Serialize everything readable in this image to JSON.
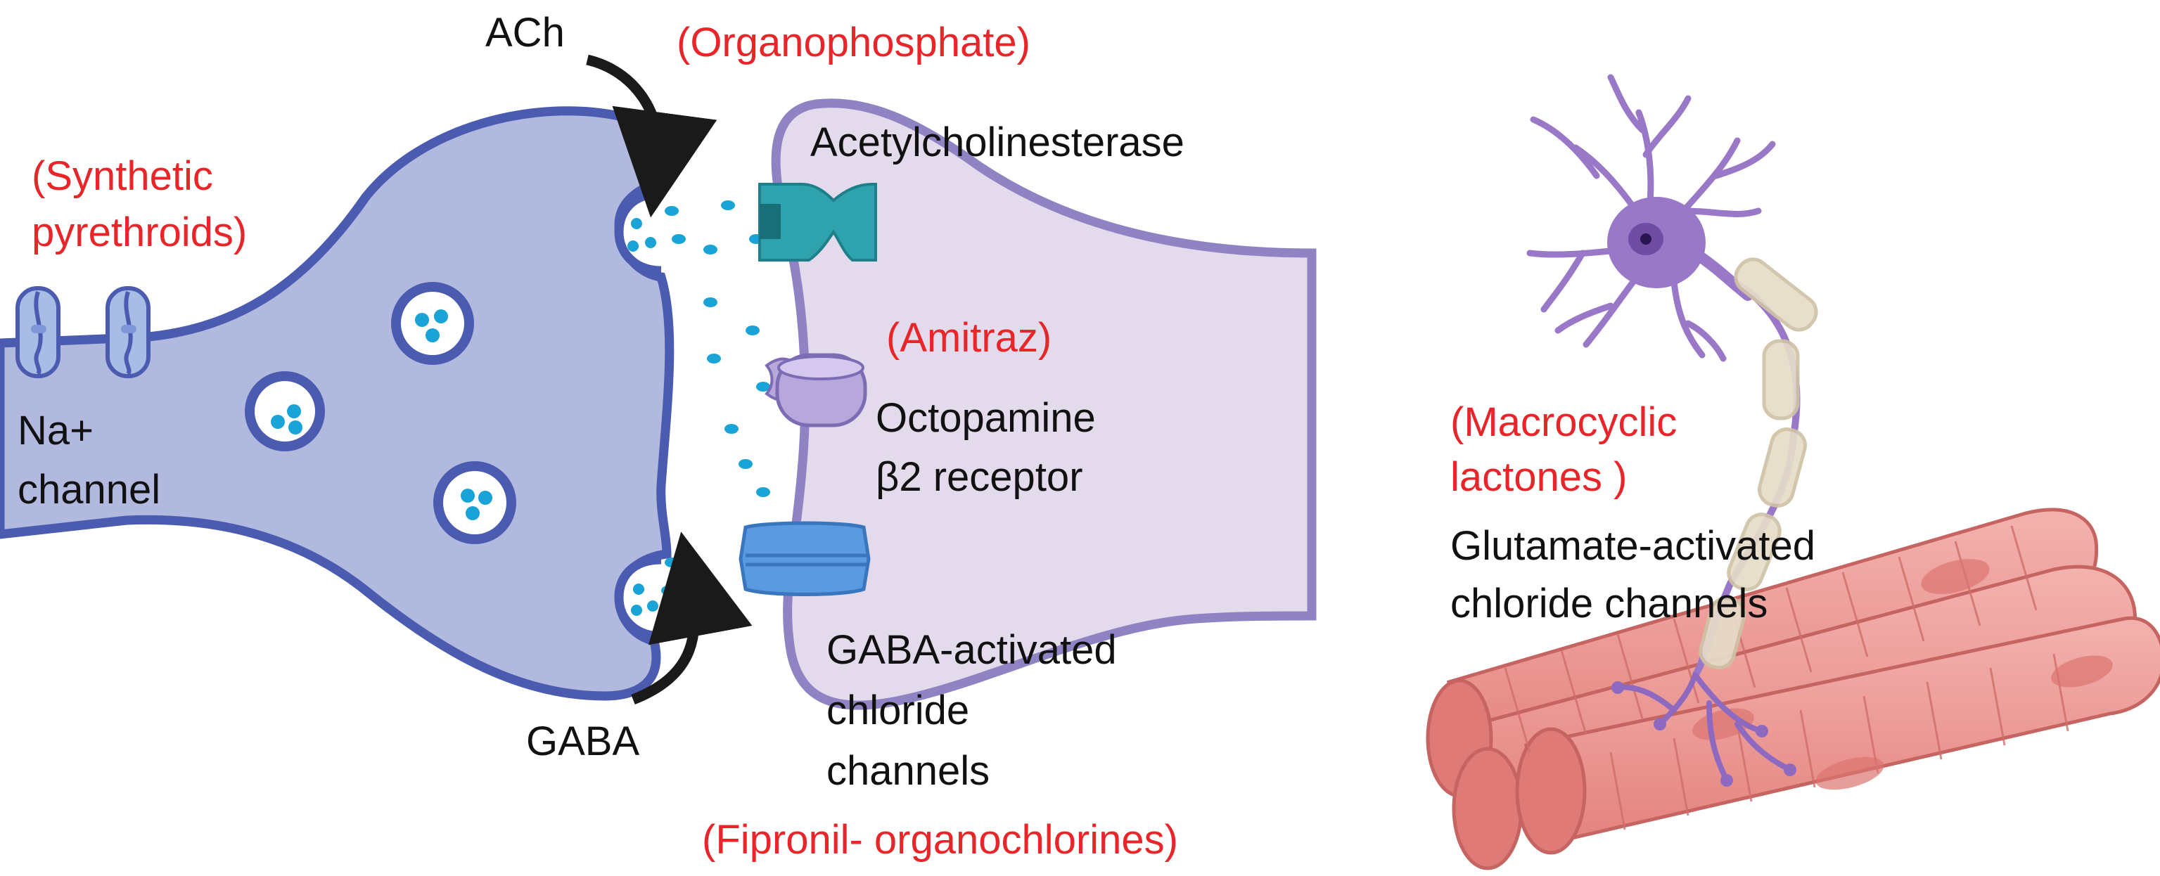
{
  "labels": {
    "ach": "ACh",
    "gaba": "GABA",
    "organophosphate": "(Organophosphate)",
    "synthetic_pyrethroids_1": "(Synthetic",
    "synthetic_pyrethroids_2": "pyrethroids)",
    "acetylcholinesterase": "Acetylcholinesterase",
    "amitraz": "(Amitraz)",
    "octopamine_1": "Octopamine",
    "octopamine_2": "β2 receptor",
    "na_channel_1": "Na+",
    "na_channel_2": "channel",
    "gaba_channels_1": "GABA-activated",
    "gaba_channels_2": "chloride",
    "gaba_channels_3": "channels",
    "fipronil": "(Fipronil- organochlorines)",
    "macrocyclic_1": "(Macrocyclic",
    "macrocyclic_2": "lactones )",
    "glutamate_1": "Glutamate-activated",
    "glutamate_2": "chloride channels"
  },
  "colors": {
    "presynaptic_fill": "#b1b9df",
    "presynaptic_stroke": "#4a5bb0",
    "postsynaptic_fill": "#e3dbec",
    "postsynaptic_stroke": "#9083c3",
    "neurotransmitter": "#1aa3d6",
    "ache_enzyme": "#2ea3ad",
    "octopamine_receptor": "#b7a8dc",
    "gaba_channel": "#5a9ae0",
    "neuron": "#9a78c8",
    "myelin": "#e6dcc8",
    "muscle": "#ee9a96",
    "red_text": "#e8262a"
  }
}
